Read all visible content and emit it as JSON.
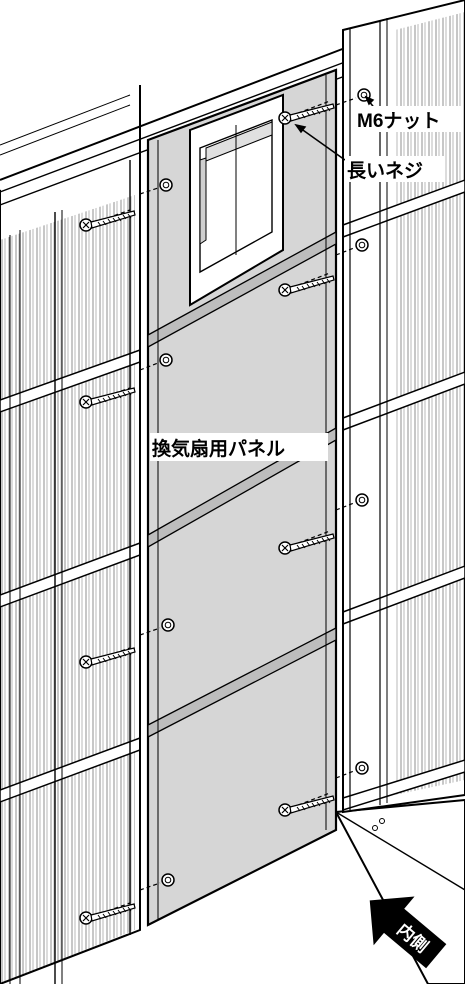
{
  "labels": {
    "m6_nut": "M6ナット",
    "long_screw": "長いネジ",
    "fan_panel": "換気扇用パネル",
    "inside": "内側"
  },
  "colors": {
    "panel_fill": "#d6d6d6",
    "wall_fill": "#ffffff",
    "line": "#000000",
    "floor_fill": "#ffffff"
  },
  "icons": {
    "nut": "m6-nut-icon",
    "screw": "long-screw-icon",
    "direction": "inside-direction-arrow-icon"
  }
}
